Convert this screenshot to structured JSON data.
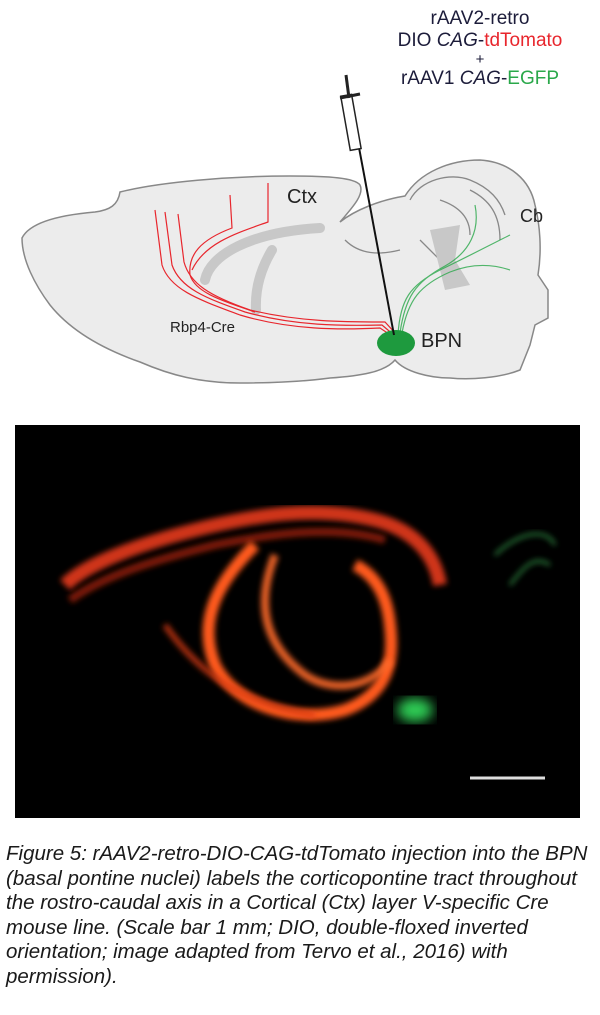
{
  "diagram": {
    "vector_line1": "rAAV2-retro",
    "vector_line2_prefix": "DIO ",
    "vector_line2_italic": "CAG",
    "vector_line2_dash": "-",
    "vector_line2_red": "tdTomato",
    "plus": "+",
    "vector_line4_prefix": "rAAV1 ",
    "vector_line4_italic": "CAG",
    "vector_line4_dash": "-",
    "vector_line4_green": "EGFP",
    "label_ctx": "Ctx",
    "label_cb": "Cb",
    "label_cre": "Rbp4-Cre",
    "label_bpn": "BPN",
    "colors": {
      "tdtomato": "#e8262d",
      "egfp": "#2aa84a",
      "brain": "#ececec",
      "outline": "#777777"
    }
  },
  "caption": "Figure 5: rAAV2-retro-DIO-CAG-tdTomato injection into the BPN (basal pontine nuclei) labels the corticopontine tract throughout the rostro-caudal axis in a Cortical (Ctx) layer V-specific Cre mouse line. (Scale bar 1 mm; DIO, double-floxed inverted orientation; image adapted from Tervo et al., 2016) with permission)."
}
